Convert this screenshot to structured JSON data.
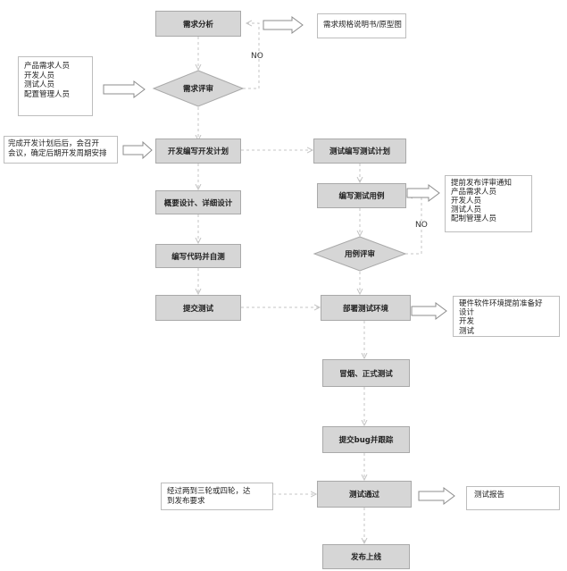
{
  "nodes": {
    "req_analysis": "需求分析",
    "req_review": "需求评审",
    "dev_plan": "开发编写开发计划",
    "design": "概要设计、详细设计",
    "code": "编写代码并自测",
    "submit_test": "提交测试",
    "test_plan": "测试编写测试计划",
    "test_cases": "编写测试用例",
    "case_review": "用例评审",
    "deploy_env": "部署测试环境",
    "smoke_test": "冒烟、正式测试",
    "bug_track": "提交bug并跟踪",
    "test_pass": "测试通过",
    "release": "发布上线"
  },
  "notes": {
    "spec": "需求规格说明书/原型图",
    "review_people": [
      "产品需求人员",
      "开发人员",
      "测试人员",
      "配置管理人员"
    ],
    "meeting": [
      "完成开发计划后后，会召开",
      "会议，确定后期开发周期安排"
    ],
    "case_review_notice": [
      "提前发布评审通知",
      "产品需求人员",
      "开发人员",
      "测试人员",
      "配制管理人员"
    ],
    "env_ready": [
      "硬件软件环境提前准备好",
      "设计",
      "开发",
      "测试"
    ],
    "rounds": [
      "经过两到三轮或四轮，达",
      "到发布要求"
    ],
    "report": "测试报告"
  },
  "labels": {
    "no1": "NO",
    "no2": "NO"
  }
}
